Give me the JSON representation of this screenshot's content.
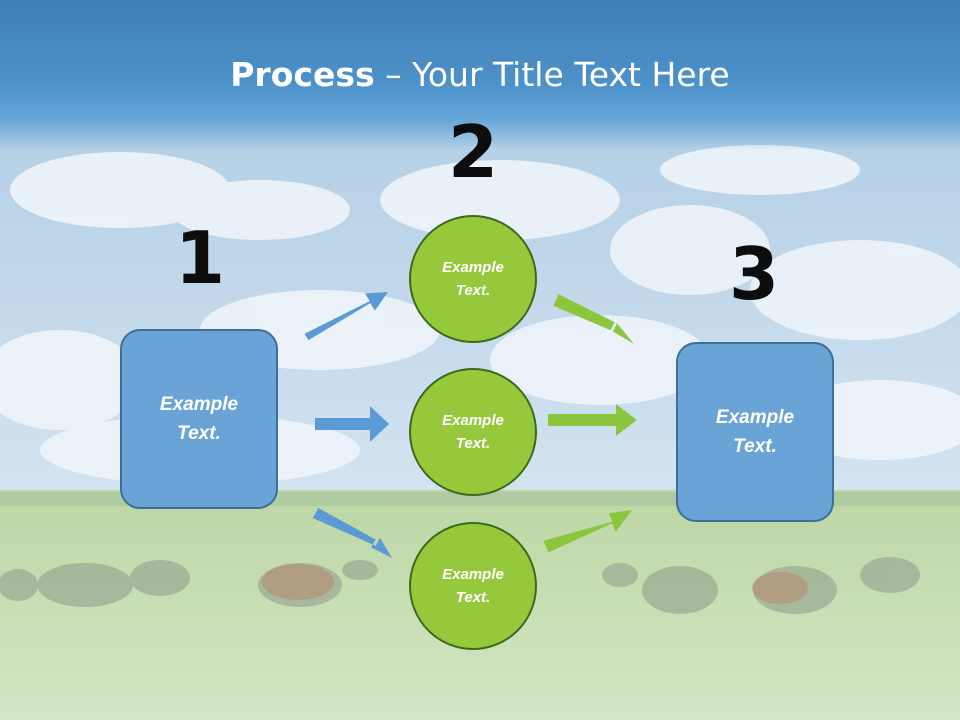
{
  "title": {
    "strong": "Process",
    "rest": " – Your Title Text Here"
  },
  "steps": [
    {
      "number": "1",
      "text": "Example Text."
    },
    {
      "number": "2",
      "items": [
        "Example Text.",
        "Example Text.",
        "Example Text."
      ]
    },
    {
      "number": "3",
      "text": "Example Text."
    }
  ],
  "colors": {
    "title_bar": "#4a8cc4",
    "box_fill": "#6aa3d5",
    "box_border": "#3f6f99",
    "circle_fill": "#96c83c",
    "circle_border": "#3d6a1a",
    "arrow_blue": "#5b9bd5",
    "arrow_green": "#8cc63f"
  }
}
